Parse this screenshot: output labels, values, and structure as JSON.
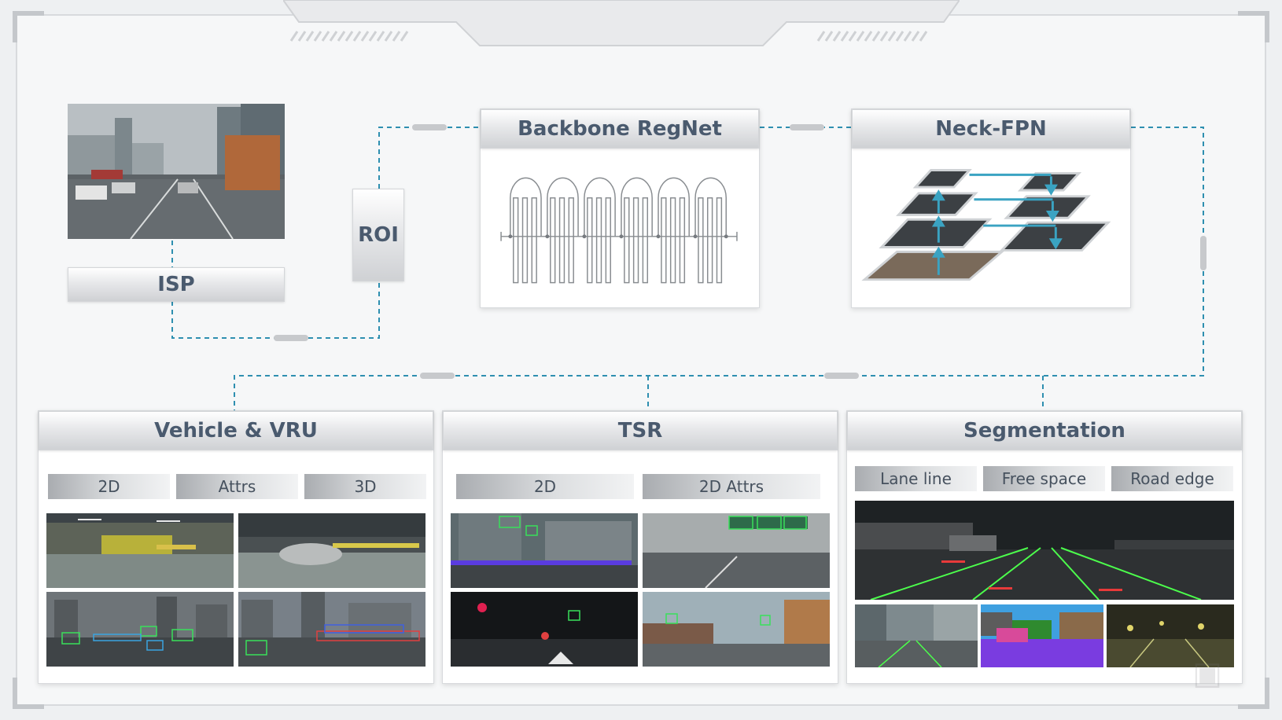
{
  "pipeline": {
    "isp_label": "ISP",
    "roi_label": "ROI",
    "backbone_title": "Backbone RegNet",
    "neck_title": "Neck-FPN"
  },
  "heads": [
    {
      "title": "Vehicle & VRU",
      "tags": [
        "2D",
        "Attrs",
        "3D"
      ]
    },
    {
      "title": "TSR",
      "tags": [
        "2D",
        "2D Attrs"
      ]
    },
    {
      "title": "Segmentation",
      "tags": [
        "Lane line",
        "Free space",
        "Road edge"
      ]
    }
  ],
  "colors": {
    "connector": "#2e8fb0",
    "title_text": "#4a5a6e",
    "fpn_arrow": "#3aa3c2",
    "detection_green": "#39e05a",
    "lane_green": "#4cff4c"
  }
}
